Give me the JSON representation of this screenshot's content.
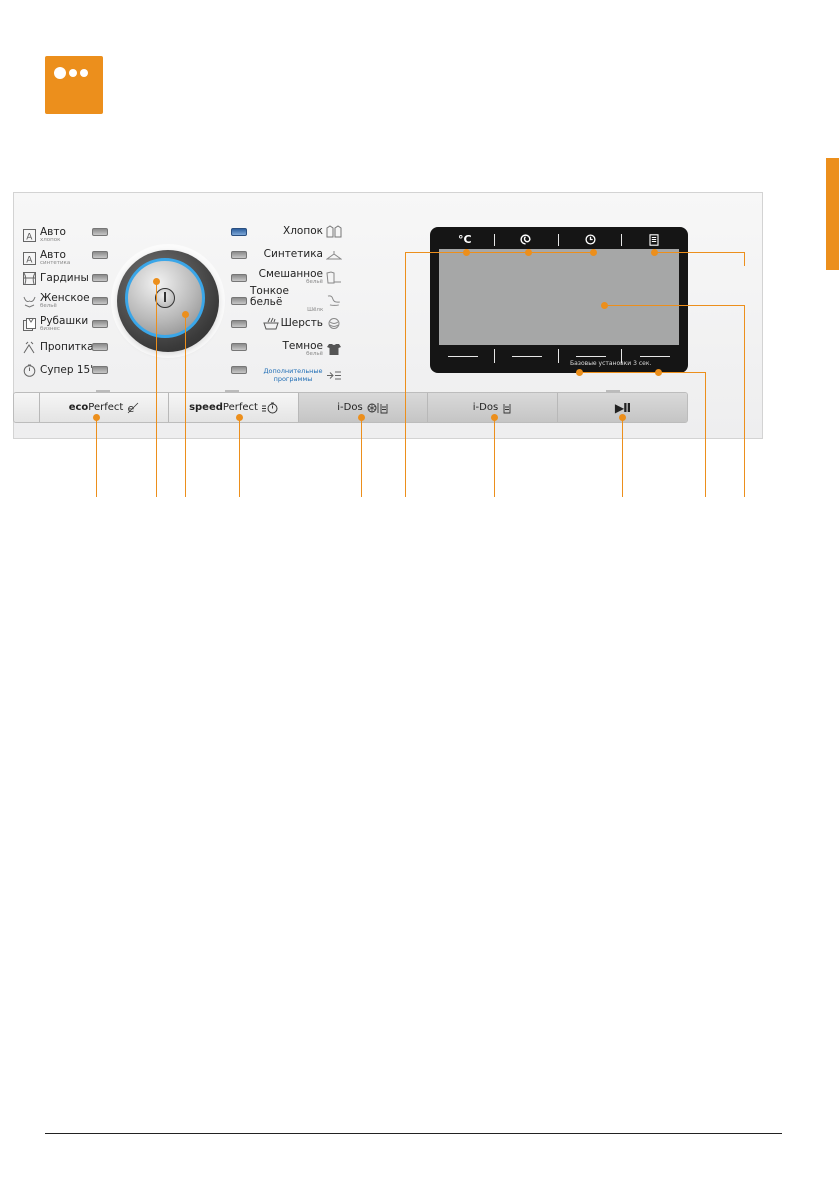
{
  "left_programs": [
    {
      "label": "Авто",
      "sublabel": "хлопок",
      "icon": "auto-a-icon"
    },
    {
      "label": "Авто",
      "sublabel": "синтетика",
      "icon": "auto-a-icon"
    },
    {
      "label": "Гардины",
      "sublabel": "",
      "icon": "curtain-icon"
    },
    {
      "label": "Женское",
      "sublabel": "бельё",
      "icon": "lingerie-icon"
    },
    {
      "label": "Рубашки",
      "sublabel": "бизнес",
      "icon": "shirt-stack-icon"
    },
    {
      "label": "Пропитка",
      "sublabel": "",
      "icon": "impregnation-icon"
    },
    {
      "label": "Супер 15'",
      "sublabel": "",
      "icon": "stopwatch-icon"
    }
  ],
  "right_programs": [
    {
      "label": "Хлопок",
      "sublabel": "",
      "icon": "cotton-icon",
      "active": true
    },
    {
      "label": "Синтетика",
      "sublabel": "",
      "icon": "hanger-icon",
      "active": false
    },
    {
      "label": "Смешанное",
      "sublabel": "бельё",
      "icon": "mixed-icon",
      "active": false
    },
    {
      "label": "Тонкое бельё",
      "sublabel": "Шёлк",
      "icon": "delicate-icon",
      "active": false
    },
    {
      "label": "Шерсть",
      "sublabel": "",
      "icon": "wool-icon",
      "active": false
    },
    {
      "label": "Темное",
      "sublabel": "бельё",
      "icon": "tshirt-icon",
      "active": false
    },
    {
      "label": "Дополнительные программы",
      "sublabel": "",
      "icon": "arrow-list-icon",
      "active": false
    }
  ],
  "display": {
    "top_icons": [
      "°C",
      "spin-icon",
      "clock-icon",
      "doc-icon"
    ],
    "caption": "Базовые установки 3 сек."
  },
  "buttons": {
    "eco_bold": "eco",
    "eco_rest": "Perfect",
    "speed_bold": "speed",
    "speed_rest": "Perfect",
    "idos1": "i-Dos",
    "idos2": "i-Dos",
    "start_pause": "▶II"
  },
  "colors": {
    "accent": "#ec8f1c",
    "ring": "#3aa6e8",
    "extra_programs": "#1f6db5"
  }
}
